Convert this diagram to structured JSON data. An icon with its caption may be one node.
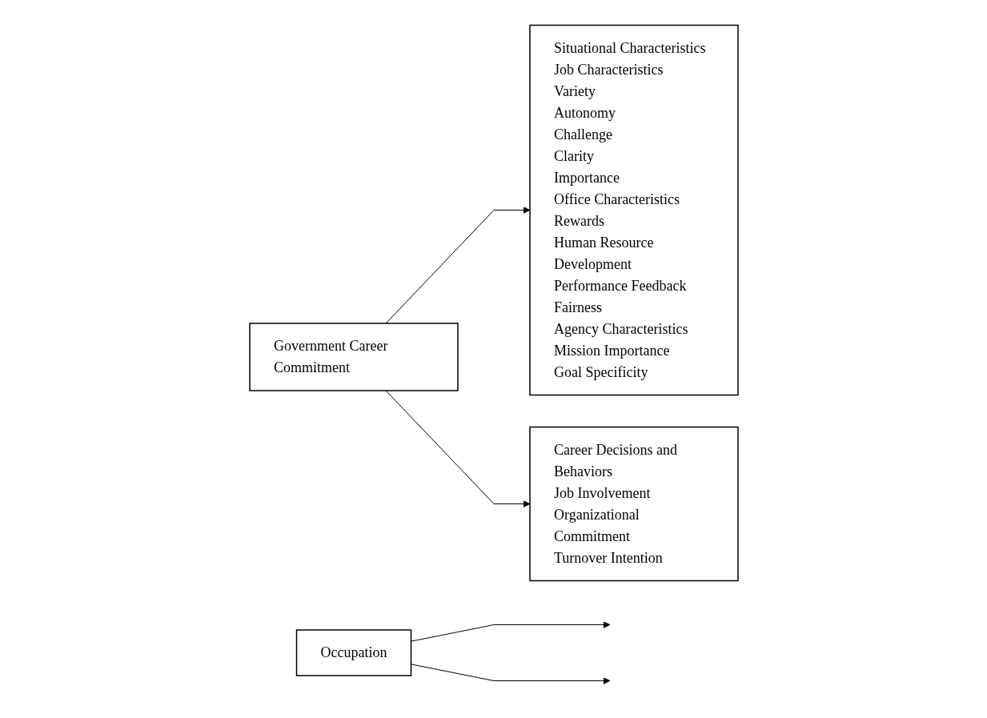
{
  "diagram": {
    "nodes": [
      {
        "text": [
          "Government Career Commitment"
        ]
      },
      {
        "text": [
          "Occupation"
        ]
      },
      {
        "text": [
          "Situational Characteristics",
          "Job Characteristics",
          "Variety",
          "Autonomy",
          "Challenge",
          "Clarity",
          "Importance",
          "Office Characteristics",
          "Rewards",
          "Human Resource Development",
          "Performance Feedback",
          "Fairness",
          "Agency Characteristics",
          "Mission Importance",
          "Goal Specificity"
        ]
      },
      {
        "text": [
          "Career Decisions and Behaviors",
          "Job Involvement",
          "Organizational Commitment",
          "Turnover Intention"
        ]
      }
    ],
    "edges": [
      {
        "from": 0,
        "to": 2,
        "arrow": "to"
      },
      {
        "from": 1,
        "to": null,
        "arrow": "to"
      },
      {
        "from": 0,
        "to": 3,
        "arrow": "to"
      },
      {
        "from": 1,
        "to": null,
        "arrow": "to"
      }
    ]
  }
}
